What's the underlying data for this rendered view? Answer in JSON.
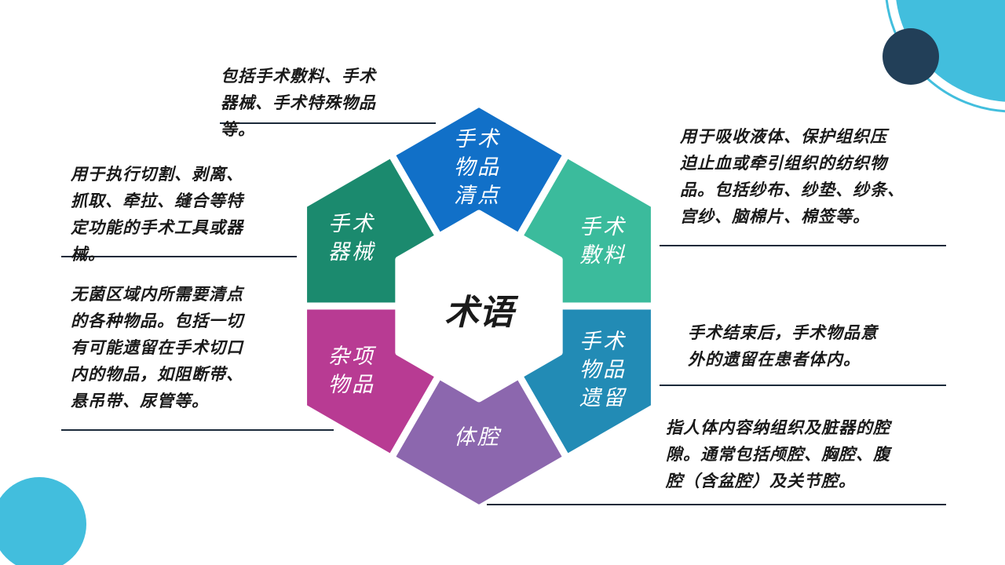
{
  "center": {
    "title": "术语"
  },
  "segments": [
    {
      "label_lines": [
        "手术",
        "物品",
        "清点"
      ],
      "color": "#1170c8"
    },
    {
      "label_lines": [
        "手术",
        "敷料"
      ],
      "color": "#3bbb9c"
    },
    {
      "label_lines": [
        "手术",
        "物品",
        "遗留"
      ],
      "color": "#228bb5"
    },
    {
      "label_lines": [
        "体腔"
      ],
      "color": "#8c67ae"
    },
    {
      "label_lines": [
        "杂项",
        "物品"
      ],
      "color": "#b83b93"
    },
    {
      "label_lines": [
        "手术",
        "器械"
      ],
      "color": "#1b8a6e"
    }
  ],
  "descriptions": {
    "count": [
      "包括手术敷料、手术",
      "器械、手术特殊物品",
      "等。"
    ],
    "instruments": [
      "用于执行切割、剥离、",
      "抓取、牵拉、缝合等特",
      "定功能的手术工具或器",
      "械。"
    ],
    "misc": [
      "无菌区域内所需要清点",
      "的各种物品。包括一切",
      "有可能遗留在手术切口",
      "内的物品，如阻断带、",
      "悬吊带、尿管等。"
    ],
    "dressing": [
      "用于吸收液体、保护组织压",
      "迫止血或牵引组织的纺织物",
      "品。包括纱布、纱垫、纱条、",
      "宫纱、脑棉片、棉签等。"
    ],
    "retained": [
      "手术结束后，手术物品意",
      "外的遗留在患者体内。"
    ],
    "cavity": [
      "指人体内容纳组织及脏器的腔",
      "隙。通常包括颅腔、胸腔、腹",
      "腔（含盆腔）及关节腔。"
    ]
  },
  "colors": {
    "accent_light": "#42bedd",
    "accent_dark": "#223f58",
    "rule": "#1c2a3a"
  }
}
